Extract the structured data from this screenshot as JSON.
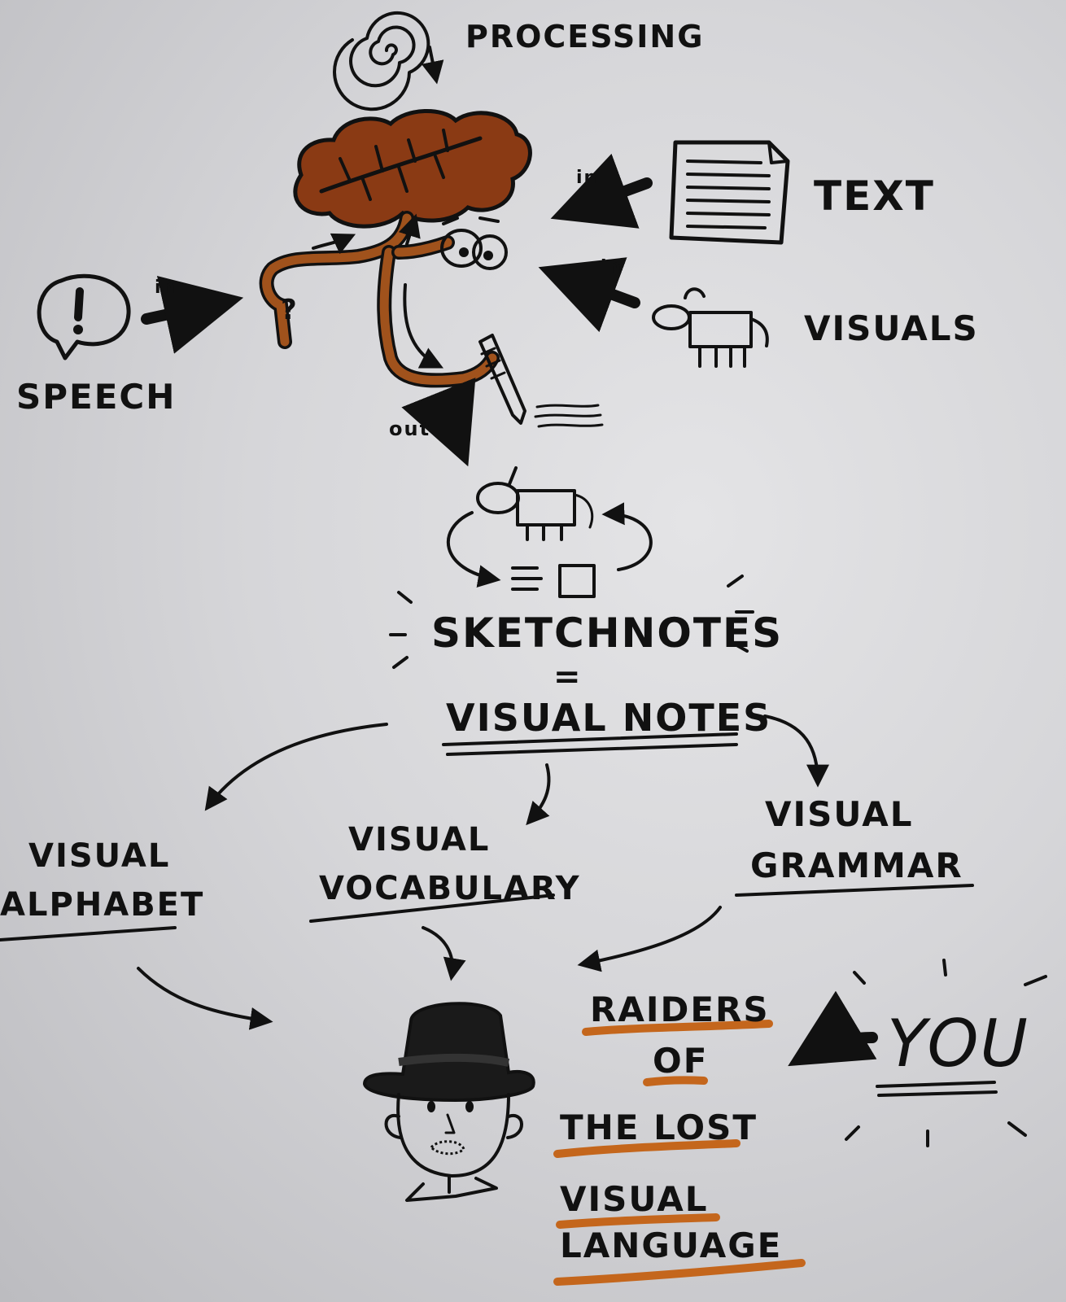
{
  "labels": {
    "processing": "PROCESSING",
    "text": "TEXT",
    "visuals": "VISUALS",
    "speech": "SPEECH",
    "in_text": "in",
    "in_visuals": "in",
    "in_speech": "in",
    "out": "out",
    "sketchnotes": "SKETCHNOTES",
    "equals": "=",
    "visual_notes": "VISUAL NOTES",
    "visual_alphabet_1": "VISUAL",
    "visual_alphabet_2": "ALPHABET",
    "visual_vocabulary_1": "VISUAL",
    "visual_vocabulary_2": "VOCABULARY",
    "visual_grammar_1": "VISUAL",
    "visual_grammar_2": "GRAMMAR",
    "raiders_1": "RAIDERS",
    "raiders_2": "OF",
    "raiders_3": "THE LOST",
    "raiders_4": "VISUAL",
    "raiders_5": "LANGUAGE",
    "you": "YOU"
  },
  "colors": {
    "ink": "#111111",
    "brain": "#8a3a14",
    "nerve": "#a0521c",
    "underline_orange": "#c4661c"
  },
  "icons": [
    "spiral-icon",
    "brain-icon",
    "eyes-icon",
    "document-icon",
    "horse-icon",
    "speech-bubble-icon",
    "pen-icon",
    "explorer-hat-face-icon"
  ]
}
